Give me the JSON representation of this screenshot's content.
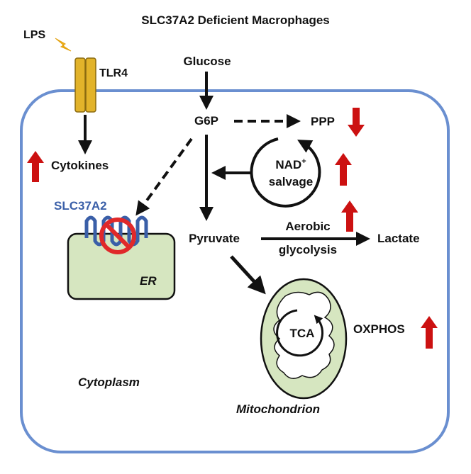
{
  "title": "SLC37A2 Deficient Macrophages",
  "labels": {
    "lps": "LPS",
    "tlr4": "TLR4",
    "cytokines": "Cytokines",
    "glucose": "Glucose",
    "g6p": "G6P",
    "ppp": "PPP",
    "nad": "NAD",
    "nad_sup": "+",
    "salvage": "salvage",
    "slc37a2": "SLC37A2",
    "er": "ER",
    "pyruvate": "Pyruvate",
    "aerobic": "Aerobic",
    "glycolysis": "glycolysis",
    "lactate": "Lactate",
    "tca": "TCA",
    "oxphos": "OXPHOS",
    "cytoplasm": "Cytoplasm",
    "mitochondrion": "Mitochondrion"
  },
  "regulation": {
    "cytokines": "up",
    "ppp": "down",
    "nad_salvage": "up",
    "aerobic_glycolysis": "up",
    "oxphos": "up"
  },
  "colors": {
    "membrane": "#6a8fd0",
    "tlr4": "#e2b32a",
    "lightning": "#f0b41a",
    "organelle_fill": "#d6e6c0",
    "arrow_red": "#cc1111",
    "slc37a2_text": "#3a5fa8",
    "inhibit": "#e0292a"
  },
  "icons": {
    "lightning": "lightning-icon",
    "inhibit": "no-sign-icon",
    "cycle": "cycle-arrow-icon"
  }
}
